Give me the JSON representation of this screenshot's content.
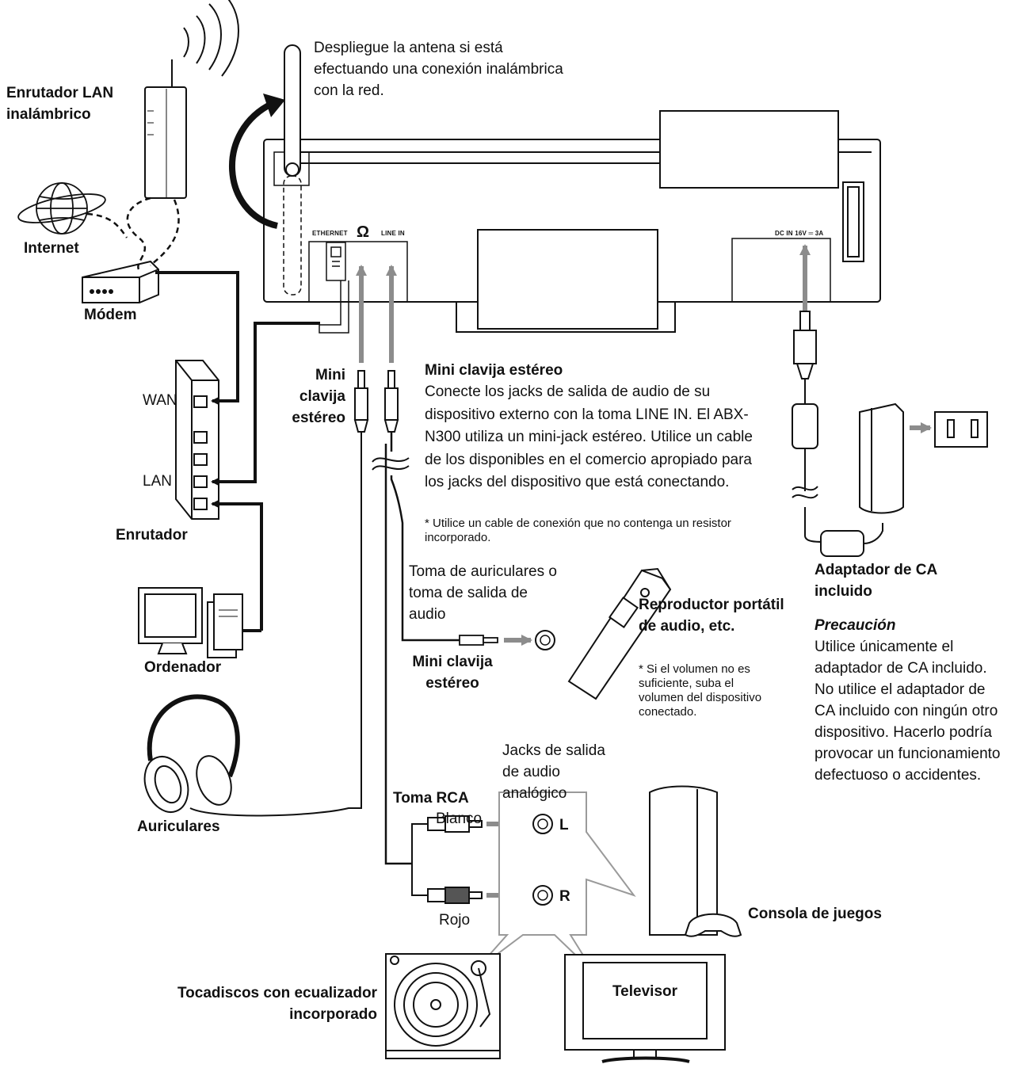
{
  "labels": {
    "antenna_note": "Despliegue la antena si está efectuando una conexión inalámbrica con la red.",
    "wireless_router": "Enrutador LAN inalámbrico",
    "internet": "Internet",
    "modem": "Módem",
    "router": "Enrutador",
    "wan": "WAN",
    "lan": "LAN",
    "computer": "Ordenador",
    "headphones": "Auriculares",
    "mini_plug_left": "Mini clavija estéreo",
    "mini_plug_title": "Mini clavija estéreo",
    "mini_plug_desc": "Conecte los jacks de salida de audio de su dispositivo externo con la toma LINE IN. El ABX-N300 utiliza un mini-jack estéreo. Utilice un cable de los disponibles en el comercio apropiado para los jacks del dispositivo que está conectando.",
    "mini_plug_note": "*  Utilice un cable de conexión que no contenga un resistor incorporado.",
    "headphone_jack": "Toma de auriculares o toma de salida de audio",
    "mini_plug_bottom": "Mini clavija estéreo",
    "portable_player": "Reproductor portátil de audio, etc.",
    "portable_note": "*  Si el volumen no es suficiente, suba el volumen del dispositivo conectado.",
    "analog_out": "Jacks de salida de audio analógico",
    "rca": "Toma RCA",
    "white": "Blanco",
    "red": "Rojo",
    "L": "L",
    "R": "R",
    "game_console": "Consola de juegos",
    "turntable": "Tocadiscos con ecualizador incorporado",
    "tv": "Televisor",
    "ac_adapter": "Adaptador de CA incluido",
    "caution_title": "Precaución",
    "caution_text": "Utilice únicamente el adaptador de CA incluido. No utilice el adaptador de CA incluido con ningún otro dispositivo. Hacerlo podría provocar un funcionamiento defectuoso o accidentes.",
    "port_ethernet": "ETHERNET",
    "port_headphone": "Ω",
    "port_linein": "LINE IN",
    "port_dcin": "DC IN 16V ═ 3A"
  },
  "colors": {
    "line": "#111111",
    "arrow_gray": "#8c8c8c",
    "callout_gray": "#9a9a9a",
    "red_plug": "#555555"
  }
}
